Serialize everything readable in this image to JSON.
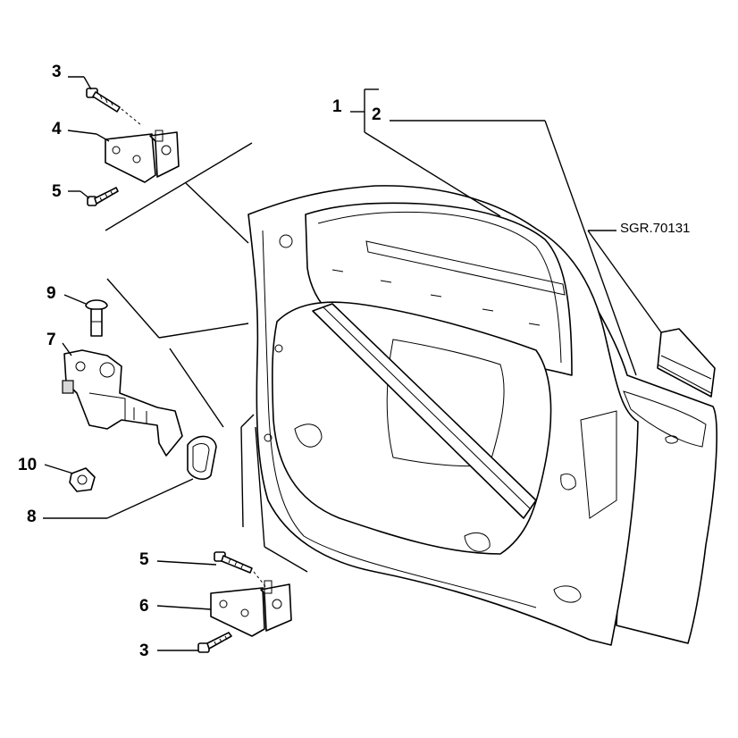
{
  "diagram": {
    "reference_code": "SGR.70131",
    "callouts": [
      {
        "id": "c1",
        "text": "1"
      },
      {
        "id": "c2",
        "text": "2"
      },
      {
        "id": "c3a",
        "text": "3"
      },
      {
        "id": "c4",
        "text": "4"
      },
      {
        "id": "c5a",
        "text": "5"
      },
      {
        "id": "c9",
        "text": "9"
      },
      {
        "id": "c7",
        "text": "7"
      },
      {
        "id": "c10",
        "text": "10"
      },
      {
        "id": "c8",
        "text": "8"
      },
      {
        "id": "c5b",
        "text": "5"
      },
      {
        "id": "c6",
        "text": "6"
      },
      {
        "id": "c3b",
        "text": "3"
      }
    ]
  }
}
